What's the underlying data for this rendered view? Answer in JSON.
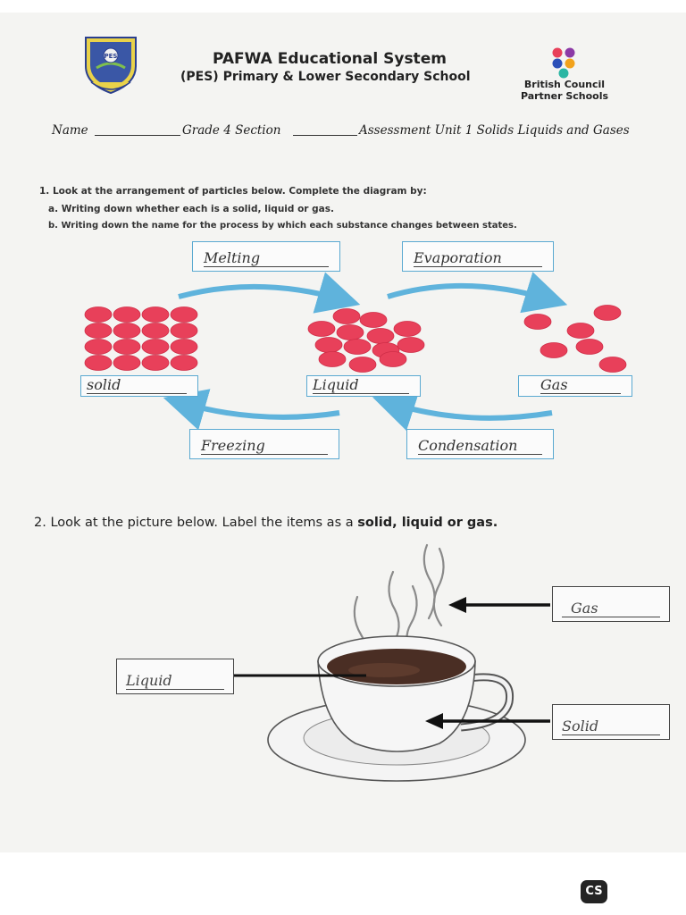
{
  "header": {
    "title": "PAFWA Educational System",
    "subtitle": "(PES) Primary & Lower Secondary School",
    "partner_line1": "British Council",
    "partner_line2": "Partner Schools",
    "logo_text": "PES"
  },
  "info_line": {
    "name_label": "Name",
    "grade_label": "Grade 4 Section",
    "assessment_label": "Assessment Unit 1 Solids Liquids and Gases"
  },
  "question1": {
    "prompt": "1. Look at the arrangement of particles below. Complete the diagram by:",
    "part_a": "a.   Writing down whether each is a solid, liquid or gas.",
    "part_b": "b.   Writing down the name for the process by which each substance changes between states.",
    "answers": {
      "melting": "Melting",
      "evaporation": "Evaporation",
      "solid": "solid",
      "liquid": "Liquid",
      "gas": "Gas",
      "freezing": "Freezing",
      "condensation": "Condensation"
    },
    "colors": {
      "particle": "#e8405a",
      "arrow": "#5fb3dc",
      "box_border": "#5aa9d1"
    }
  },
  "question2": {
    "prefix": "2. Look at the picture below. Label the items as a ",
    "bold_part": "solid, liquid or gas.",
    "answers": {
      "gas": "Gas",
      "liquid": "Liquid",
      "solid": "Solid"
    }
  },
  "badge": {
    "text": "CS"
  }
}
